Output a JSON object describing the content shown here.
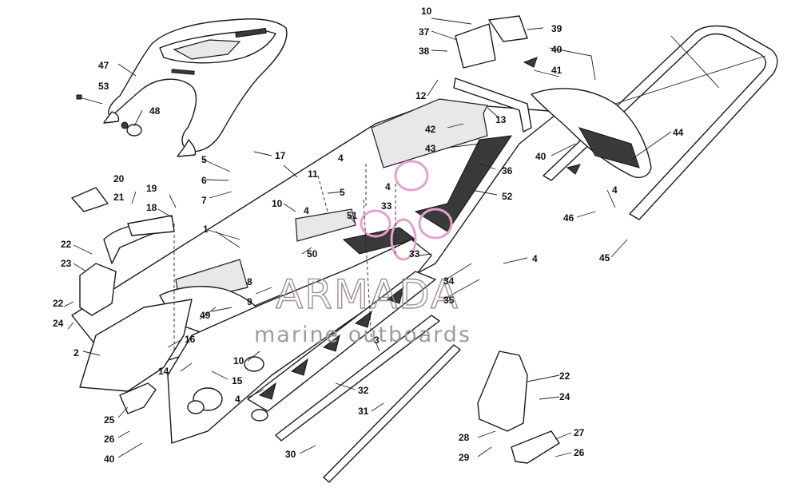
{
  "watermark": {
    "brand": "ARMADA",
    "tagline": "marine outboards",
    "accent": "#e7a1c8"
  },
  "callouts": {
    "c1": "1",
    "c2": "2",
    "c3": "3",
    "c4a": "4",
    "c4b": "4",
    "c4c": "4",
    "c4d": "4",
    "c4e": "4",
    "c4f": "4",
    "c5a": "5",
    "c5b": "5",
    "c6": "6",
    "c7": "7",
    "c8": "8",
    "c9": "9",
    "c10a": "10",
    "c10b": "10",
    "c10c": "10",
    "c11": "11",
    "c12": "12",
    "c13": "13",
    "c14": "14",
    "c15": "15",
    "c16": "16",
    "c17": "17",
    "c18": "18",
    "c19": "19",
    "c20": "20",
    "c21": "21",
    "c22a": "22",
    "c22b": "22",
    "c22c": "22",
    "c23": "23",
    "c24a": "24",
    "c24b": "24",
    "c25": "25",
    "c26a": "26",
    "c26b": "26",
    "c27": "27",
    "c28": "28",
    "c29": "29",
    "c30": "30",
    "c31": "31",
    "c32": "32",
    "c33a": "33",
    "c33b": "33",
    "c34": "34",
    "c35": "35",
    "c36": "36",
    "c37": "37",
    "c38": "38",
    "c39": "39",
    "c40a": "40",
    "c40b": "40",
    "c40c": "40",
    "c41": "41",
    "c42": "42",
    "c43": "43",
    "c44": "44",
    "c45": "45",
    "c46": "46",
    "c47": "47",
    "c48": "48",
    "c49": "49",
    "c50": "50",
    "c51": "51",
    "c52": "52",
    "c53": "53"
  }
}
